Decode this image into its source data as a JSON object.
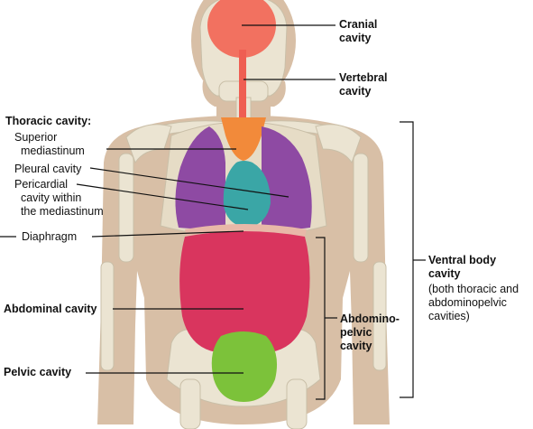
{
  "labels": {
    "cranial_cavity": "Cranial\ncavity",
    "vertebral_cavity": "Vertebral\ncavity",
    "thoracic_cavity": "Thoracic cavity:",
    "superior_mediastinum": "Superior\n  mediastinum",
    "pleural_cavity": "Pleural cavity",
    "pericardial_cavity": "Pericardial\n  cavity within\n  the mediastinum",
    "diaphragm": "Diaphragm",
    "abdominal_cavity": "Abdominal cavity",
    "pelvic_cavity": "Pelvic cavity",
    "abdominopelvic_cavity": "Abdomino-\npelvic\ncavity",
    "ventral_body_cavity": "Ventral body\ncavity",
    "ventral_body_cavity_note": "(both thoracic and\nabdominopelvic\ncavities)"
  },
  "colors": {
    "background": "#ffffff",
    "skin": "#d8bfa6",
    "bone": "#ebe4d2",
    "cranial": "#f26a5a",
    "vertebral": "#ef5e52",
    "mediastinum": "#f28a3a",
    "pleural": "#8e4aa3",
    "pericardial": "#3aa6a6",
    "abdominal": "#d9355e",
    "pelvic": "#7cc23a",
    "diaphragm": "#e8b8a8",
    "leader_line": "#111111"
  }
}
